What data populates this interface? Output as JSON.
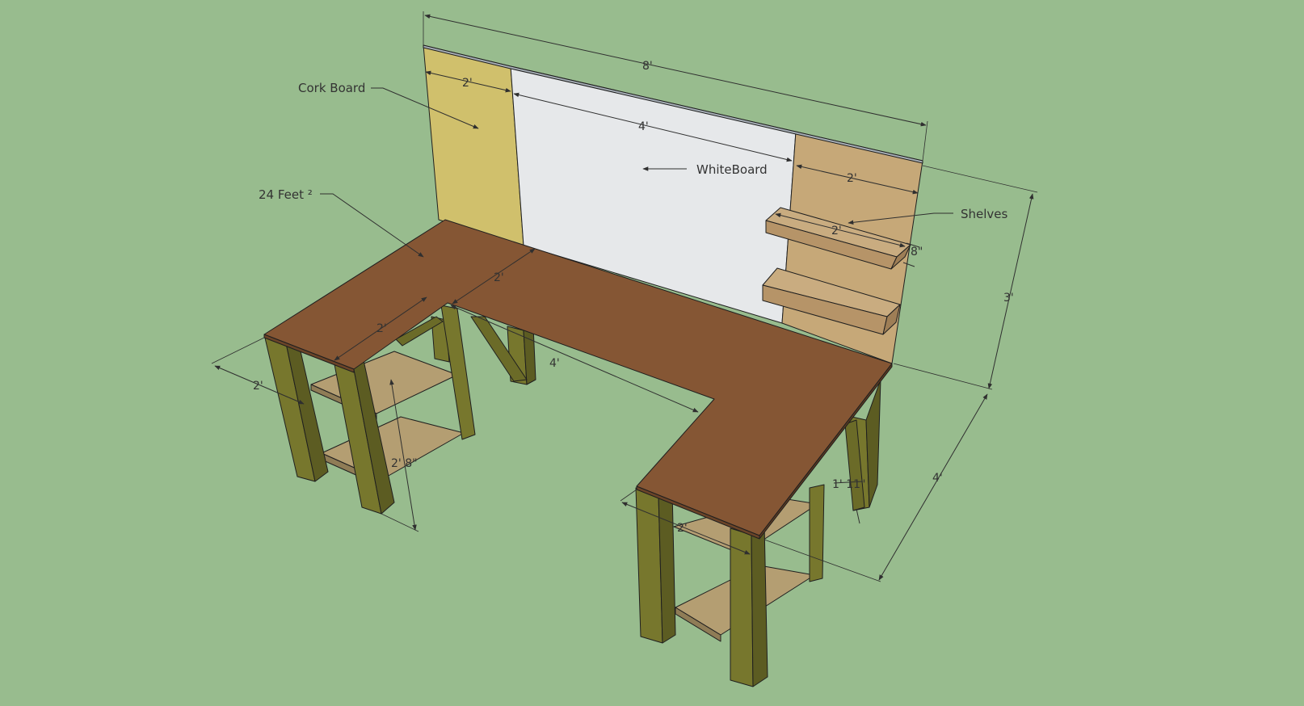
{
  "colors": {
    "background": "#98bc8e",
    "cork": "#d0c06c",
    "whiteboard": "#e6e8ea",
    "backboard_wood": "#c6a878",
    "shelf_top": "#c9ac80",
    "shelf_front": "#b69468",
    "desktop": "#855634",
    "leg_front": "#77772d",
    "leg_side": "#5c5c22",
    "cabinet_shelf": "#b49e72"
  },
  "labels": {
    "cork_board": "Cork Board",
    "whiteboard": "WhiteBoard",
    "area": "24 Feet ²",
    "shelves": "Shelves"
  },
  "dimensions": {
    "overall_width": "8'",
    "cork_width": "2'",
    "whiteboard_width": "4'",
    "shelf_section_width": "2'",
    "shelf_length": "2'",
    "shelf_depth": "8\"",
    "backboard_height": "3'",
    "desk_depth_right": "4'",
    "top_inner_2a": "2'",
    "top_inner_2b": "2'",
    "top_inner_4": "4'",
    "left_wing_width": "2'",
    "leg_height": "2' 8\"",
    "right_wing_width": "2'",
    "clearance": "1' 11\""
  }
}
